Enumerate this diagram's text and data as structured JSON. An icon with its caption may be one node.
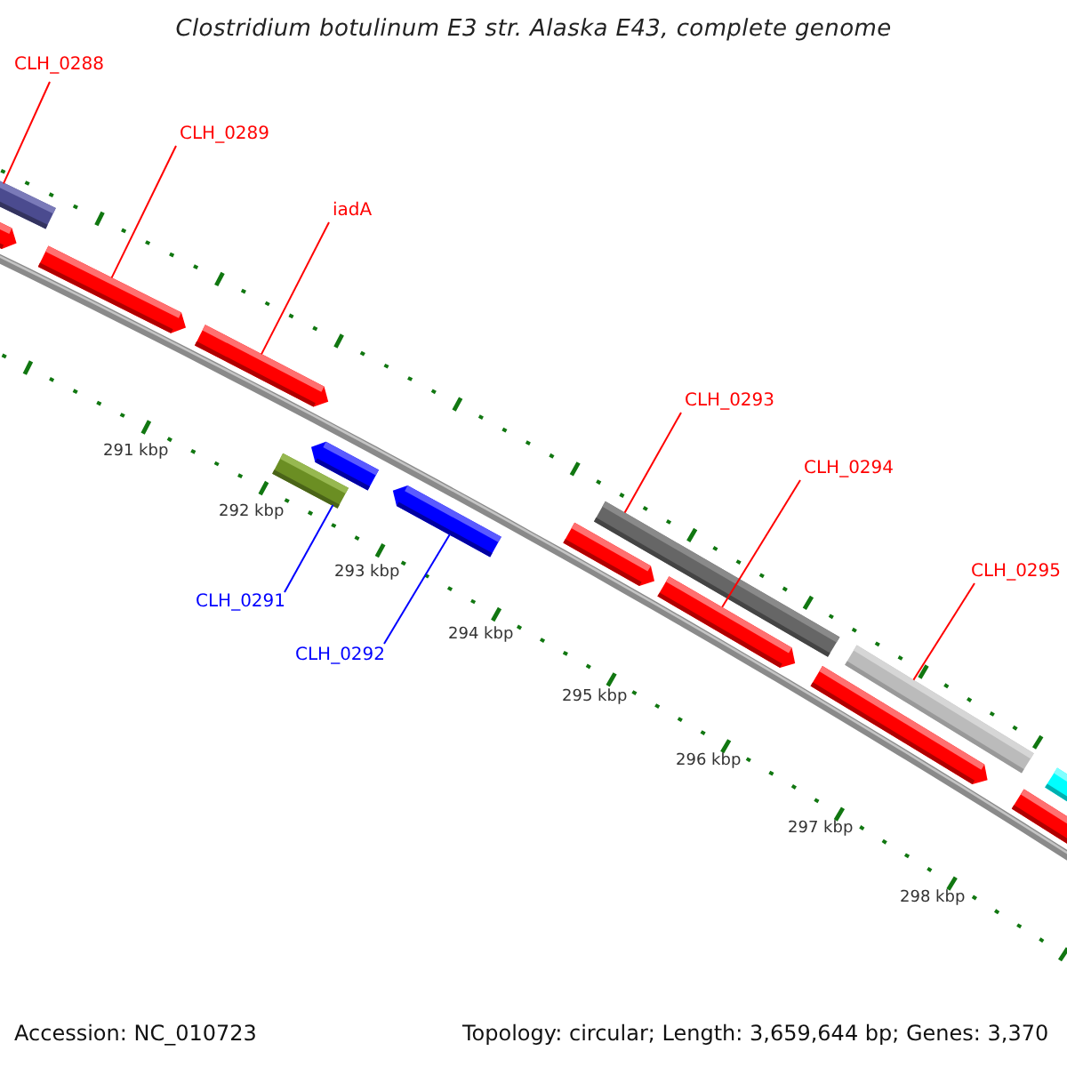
{
  "diagram": {
    "title": "Clostridium botulinum E3 str. Alaska E43, complete genome",
    "nodes": [
      {
        "text": [
          "CLH_0288"
        ]
      },
      {
        "text": [
          "CLH_0289"
        ]
      },
      {
        "text": [
          "iadA"
        ]
      },
      {
        "text": [
          "CLH_0291"
        ]
      },
      {
        "text": [
          "CLH_0292"
        ]
      },
      {
        "text": [
          "CLH_0293"
        ]
      },
      {
        "text": [
          "CLH_0294"
        ]
      },
      {
        "text": [
          "CLH_0295"
        ]
      },
      {
        "text": [],
        "shape": "bar"
      },
      {
        "text": [],
        "shape": "bar"
      },
      {
        "text": [],
        "shape": "bar"
      },
      {
        "text": [],
        "shape": "bar"
      },
      {
        "text": [],
        "shape": "bar"
      },
      {
        "text": [],
        "shape": "bar"
      },
      {
        "text": [],
        "shape": "bar"
      },
      {
        "text": [],
        "shape": "bar"
      },
      {
        "text": [],
        "shape": "bar"
      },
      {
        "text": [],
        "shape": "bar"
      },
      {
        "text": [],
        "shape": "bar"
      },
      {
        "text": [],
        "shape": "bar"
      },
      {
        "text": [],
        "shape": "bar"
      },
      {
        "text": [],
        "shape": "bar"
      }
    ],
    "edges": [
      {
        "from": 0,
        "to": 8,
        "arrow": "none"
      },
      {
        "from": 1,
        "to": 10,
        "arrow": "none"
      },
      {
        "from": 2,
        "to": 11,
        "arrow": "none"
      },
      {
        "from": 3,
        "to": 13,
        "arrow": "none",
        "color": "#0000ff"
      },
      {
        "from": 4,
        "to": 14,
        "arrow": "none",
        "color": "#0000ff"
      },
      {
        "from": 5,
        "to": 15,
        "arrow": "none"
      },
      {
        "from": 6,
        "to": 17,
        "arrow": "none"
      },
      {
        "from": 7,
        "to": 18,
        "arrow": "none"
      }
    ],
    "labels": [
      "291 kbp",
      "292 kbp",
      "293 kbp",
      "294 kbp",
      "295 kbp",
      "296 kbp",
      "297 kbp",
      "298 kbp",
      "Accession: NC_010723",
      "Topology: circular; Length: 3,659,644 bp; Genes: 3,370"
    ]
  }
}
